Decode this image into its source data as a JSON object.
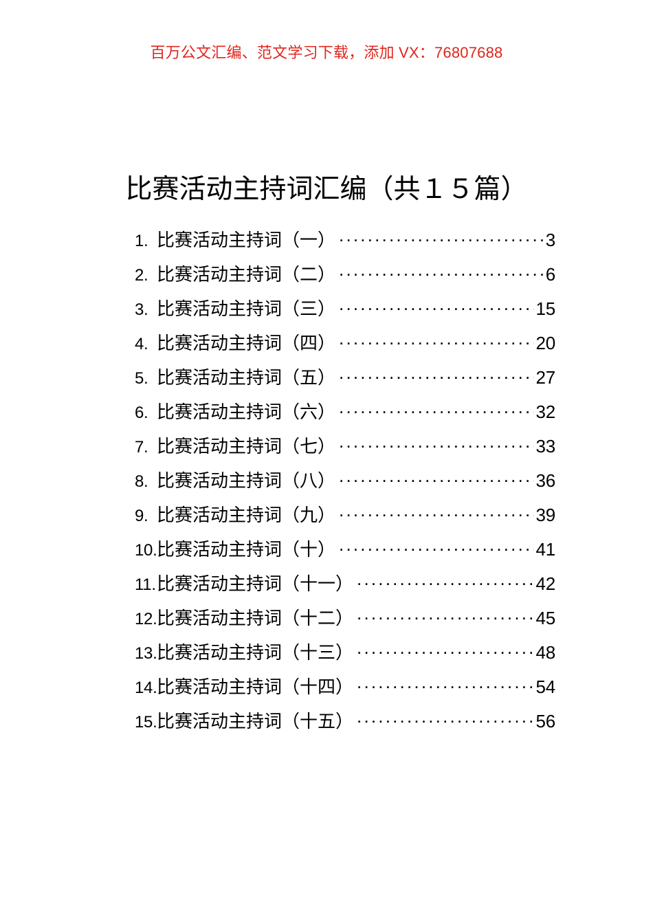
{
  "promo": {
    "text": "百万公文汇编、范文学习下载，添加 VX：76807688",
    "color": "#e0251c"
  },
  "document": {
    "title": "比赛活动主持词汇编（共１５篇）"
  },
  "toc": {
    "entries": [
      {
        "number": "1.",
        "label": "比赛活动主持词（一）",
        "page": "3"
      },
      {
        "number": "2.",
        "label": "比赛活动主持词（二）",
        "page": "6"
      },
      {
        "number": "3.",
        "label": "比赛活动主持词（三）",
        "page": "15"
      },
      {
        "number": "4.",
        "label": "比赛活动主持词（四）",
        "page": "20"
      },
      {
        "number": "5.",
        "label": "比赛活动主持词（五）",
        "page": "27"
      },
      {
        "number": "6.",
        "label": "比赛活动主持词（六）",
        "page": "32"
      },
      {
        "number": "7.",
        "label": "比赛活动主持词（七）",
        "page": "33"
      },
      {
        "number": "8.",
        "label": "比赛活动主持词（八）",
        "page": "36"
      },
      {
        "number": "9.",
        "label": "比赛活动主持词（九）",
        "page": "39"
      },
      {
        "number": "10.",
        "label": "比赛活动主持词（十）",
        "page": "41"
      },
      {
        "number": "11.",
        "label": "比赛活动主持词（十一）",
        "page": "42"
      },
      {
        "number": "12.",
        "label": "比赛活动主持词（十二）",
        "page": "45"
      },
      {
        "number": "13.",
        "label": "比赛活动主持词（十三）",
        "page": "48"
      },
      {
        "number": "14.",
        "label": "比赛活动主持词（十四）",
        "page": "54"
      },
      {
        "number": "15.",
        "label": "比赛活动主持词（十五）",
        "page": "56"
      }
    ]
  }
}
